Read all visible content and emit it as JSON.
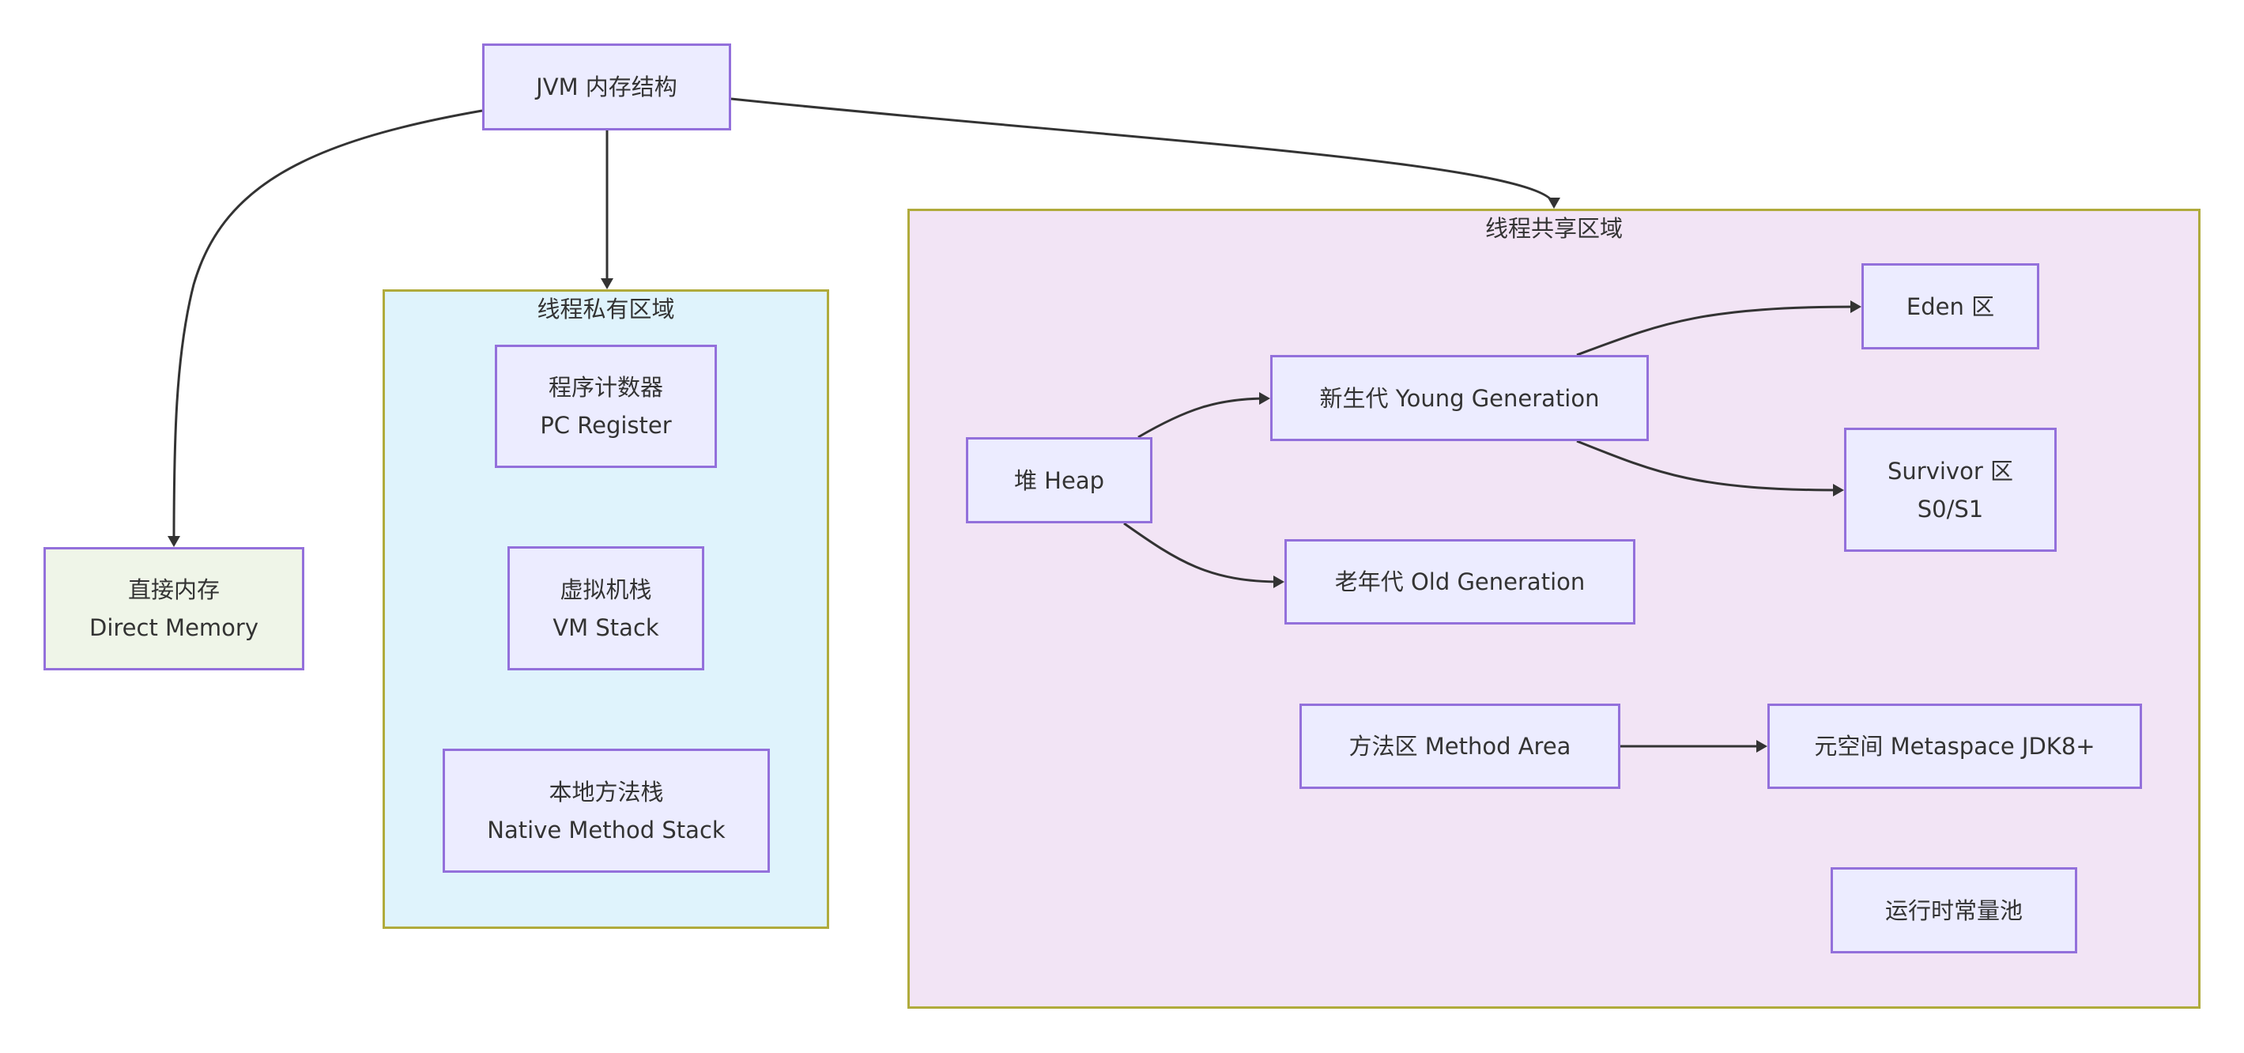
{
  "diagram": {
    "title": "JVM 内存结构",
    "colors": {
      "node_fill": "#ececff",
      "node_border": "#9370db",
      "private_cluster_fill": "#dff3fc",
      "shared_cluster_fill": "#f2e4f5",
      "cluster_border": "#b0ab3c",
      "direct_memory_fill": "#eff5e8",
      "edge": "#333333",
      "text": "#333333"
    },
    "clusters": {
      "private": {
        "label": "线程私有区域"
      },
      "shared": {
        "label": "线程共享区域"
      }
    },
    "nodes": {
      "root": {
        "lines": [
          "JVM 内存结构"
        ]
      },
      "pc": {
        "lines": [
          "程序计数器",
          "PC Register"
        ]
      },
      "vmstack": {
        "lines": [
          "虚拟机栈",
          "VM Stack"
        ]
      },
      "native": {
        "lines": [
          "本地方法栈",
          "Native Method Stack"
        ]
      },
      "direct": {
        "lines": [
          "直接内存",
          "Direct Memory"
        ]
      },
      "heap": {
        "lines": [
          "堆 Heap"
        ]
      },
      "young": {
        "lines": [
          "新生代 Young Generation"
        ]
      },
      "old": {
        "lines": [
          "老年代 Old Generation"
        ]
      },
      "eden": {
        "lines": [
          "Eden 区"
        ]
      },
      "survivor": {
        "lines": [
          "Survivor 区",
          "S0/S1"
        ]
      },
      "method": {
        "lines": [
          "方法区 Method Area"
        ]
      },
      "metaspace": {
        "lines": [
          "元空间 Metaspace JDK8+"
        ]
      },
      "rcp": {
        "lines": [
          "运行时常量池"
        ]
      }
    },
    "edges": [
      {
        "from": "root",
        "to": "private"
      },
      {
        "from": "root",
        "to": "shared"
      },
      {
        "from": "root",
        "to": "direct"
      },
      {
        "from": "heap",
        "to": "young"
      },
      {
        "from": "heap",
        "to": "old"
      },
      {
        "from": "young",
        "to": "eden"
      },
      {
        "from": "young",
        "to": "survivor"
      },
      {
        "from": "method",
        "to": "metaspace"
      }
    ]
  }
}
